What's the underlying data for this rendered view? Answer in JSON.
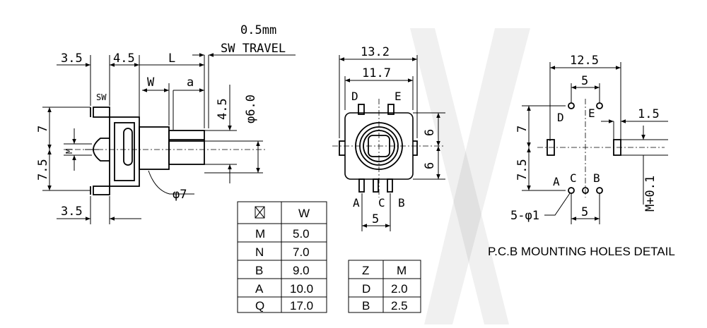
{
  "side_view": {
    "dim_left_top": "3.5",
    "dim_mid_top": "4.5",
    "dim_L": "L",
    "travel_value": "0.5mm",
    "travel_label": "SW TRAVEL",
    "dim_W": "W",
    "dim_a": "a",
    "dim_shaft": "4.5",
    "dim_dia6": "φ6.0",
    "sw_label": "SW",
    "dim_upper": "7",
    "dim_M": "M",
    "dim_lower": "7.5",
    "dim_bottom": "3.5",
    "dim_dia7": "φ7"
  },
  "front_view": {
    "dim_outer": "13.2",
    "dim_inner": "11.7",
    "pin_D": "D",
    "pin_E": "E",
    "dim_upper_right": "6",
    "dim_lower_right": "6",
    "pin_A": "A",
    "pin_C": "C",
    "pin_B": "B",
    "dim_pitch": "5"
  },
  "pcb_view": {
    "dim_width": "12.5",
    "dim_de": "5",
    "pin_D": "D",
    "pin_E": "E",
    "dim_slot": "1.5",
    "dim_upper": "7",
    "dim_lower": "7.5",
    "pin_A": "A",
    "pin_C": "C",
    "pin_B": "B",
    "dim_M": "M+0.1",
    "dim_holes": "5-φ1",
    "dim_abc": "5",
    "caption": "P.C.B MOUNTING HOLES DETAIL"
  },
  "table_w": {
    "header_right": "W",
    "rows": [
      {
        "code": "M",
        "value": "5.0"
      },
      {
        "code": "N",
        "value": "7.0"
      },
      {
        "code": "B",
        "value": "9.0"
      },
      {
        "code": "A",
        "value": "10.0"
      },
      {
        "code": "Q",
        "value": "17.0"
      }
    ]
  },
  "table_m": {
    "header_left": "Z",
    "header_right": "M",
    "rows": [
      {
        "code": "D",
        "value": "2.0"
      },
      {
        "code": "B",
        "value": "2.5"
      }
    ]
  }
}
